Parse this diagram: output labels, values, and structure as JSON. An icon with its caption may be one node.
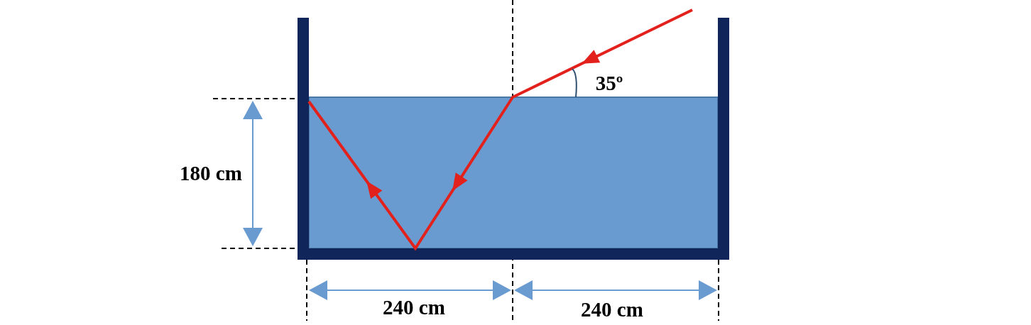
{
  "diagram": {
    "labels": [
      "35º",
      "180 cm",
      "240 cm",
      "240 cm"
    ]
  }
}
